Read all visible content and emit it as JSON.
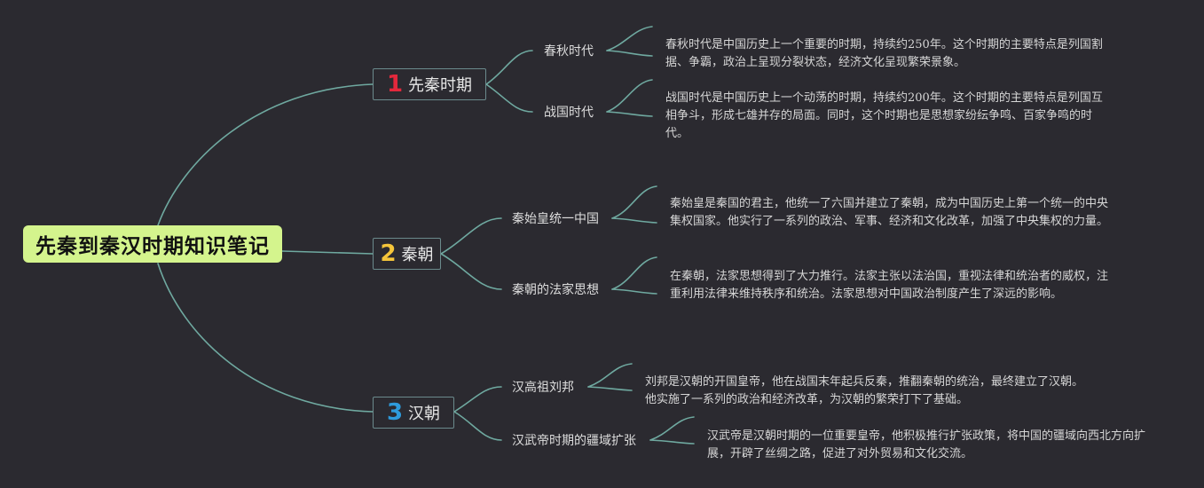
{
  "root": {
    "title": "先秦到秦汉时期知识笔记"
  },
  "colors": {
    "background": "#2b2a30",
    "root_fill": "#d4f48d",
    "link": "#6fa9a0",
    "num1": "#e3283c",
    "num2": "#f5c53a",
    "num3": "#2e9bdc"
  },
  "branches": [
    {
      "num": "1",
      "label": "先秦时期",
      "subs": [
        {
          "label": "春秋时代",
          "detail": "春秋时代是中国历史上一个重要的时期，持续约250年。这个时期的主要特点是列国割据、争霸，政治上呈现分裂状态，经济文化呈现繁荣景象。"
        },
        {
          "label": "战国时代",
          "detail": "战国时代是中国历史上一个动荡的时期，持续约200年。这个时期的主要特点是列国互相争斗，形成七雄并存的局面。同时，这个时期也是思想家纷纭争鸣、百家争鸣的时代。"
        }
      ]
    },
    {
      "num": "2",
      "label": "秦朝",
      "subs": [
        {
          "label": "秦始皇统一中国",
          "detail": "秦始皇是秦国的君主，他统一了六国并建立了秦朝，成为中国历史上第一个统一的中央集权国家。他实行了一系列的政治、军事、经济和文化改革，加强了中央集权的力量。"
        },
        {
          "label": "秦朝的法家思想",
          "detail": "在秦朝，法家思想得到了大力推行。法家主张以法治国，重视法律和统治者的威权，注重利用法律来维持秩序和统治。法家思想对中国政治制度产生了深远的影响。"
        }
      ]
    },
    {
      "num": "3",
      "label": "汉朝",
      "subs": [
        {
          "label": "汉高祖刘邦",
          "detail": "刘邦是汉朝的开国皇帝，他在战国末年起兵反秦，推翻秦朝的统治，最终建立了汉朝。他实施了一系列的政治和经济改革，为汉朝的繁荣打下了基础。"
        },
        {
          "label": "汉武帝时期的疆域扩张",
          "detail": "汉武帝是汉朝时期的一位重要皇帝，他积极推行扩张政策，将中国的疆域向西北方向扩展，开辟了丝绸之路，促进了对外贸易和文化交流。"
        }
      ]
    }
  ]
}
